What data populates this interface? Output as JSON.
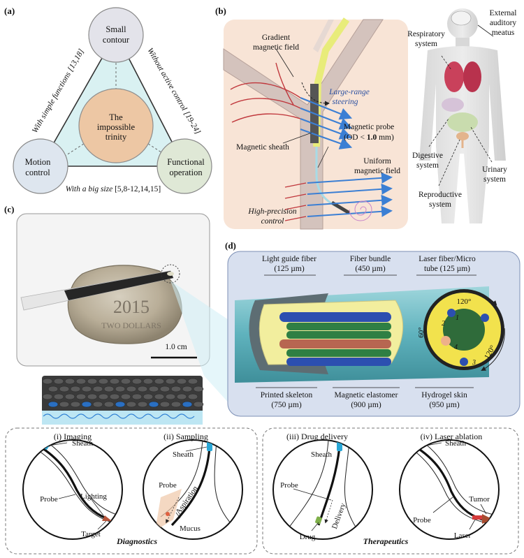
{
  "panel_labels": {
    "a": "(a)",
    "b": "(b)",
    "c": "(c)",
    "d": "(d)"
  },
  "panel_a": {
    "top_circle": [
      "Small",
      "contour"
    ],
    "center_circle": [
      "The",
      "impossible",
      "trinity"
    ],
    "left_circle": [
      "Motion",
      "control"
    ],
    "right_circle": [
      "Functional",
      "operation"
    ],
    "left_edge": "With simple functions [13,18]",
    "right_edge": "Without active control [19-24]",
    "bottom_edge_italic": "With a big size",
    "bottom_edge_refs": " [5,8-12,14,15]"
  },
  "panel_b": {
    "gradient_field": [
      "Gradient",
      "magnetic field"
    ],
    "steering": [
      "Large-range",
      "steering"
    ],
    "probe": [
      "Magnetic probe"
    ],
    "probe_od_prefix": "(OD < ",
    "probe_od_value": "1.0",
    "probe_od_suffix": " mm)",
    "sheath": "Magnetic sheath",
    "uniform_field": [
      "Uniform",
      "magnetic field"
    ],
    "high_precision": [
      "High-precision",
      "control"
    ],
    "body_labels": {
      "respiratory": [
        "Respiratory",
        "system"
      ],
      "auditory": [
        "External",
        "auditory",
        "meatus"
      ],
      "digestive": [
        "Digestive",
        "system"
      ],
      "reproductive": [
        "Reproductive",
        "system"
      ],
      "urinary": [
        "Urinary",
        "system"
      ]
    }
  },
  "panel_c": {
    "scale_bar": "1.0 cm",
    "coin_text": [
      "2015",
      "TWO DOLLARS"
    ]
  },
  "panel_d": {
    "light_guide": [
      "Light guide fiber",
      "(125 µm)"
    ],
    "fiber_bundle": [
      "Fiber bundle",
      "(450 µm)"
    ],
    "laser_fiber": [
      "Laser fiber/Micro",
      "tube (125 µm)"
    ],
    "skeleton": [
      "Printed skeleton",
      "(750 µm)"
    ],
    "elastomer": [
      "Magnetic elastomer",
      "(900 µm)"
    ],
    "hydrogel": [
      "Hydrogel skin",
      "(950 µm)"
    ],
    "angle_60": "60°",
    "angle_120a": "120°",
    "angle_120b": "120°",
    "channel_numbers": [
      "1",
      "2",
      "3",
      "4"
    ]
  },
  "bottom": {
    "imaging": {
      "title": "(i) Imaging",
      "sheath": "Sheath",
      "lighting": "Lighting",
      "probe": "Probe",
      "target": "Target"
    },
    "sampling": {
      "title": "(ii) Sampling",
      "sheath": "Sheath",
      "probe": "Probe",
      "aspiration": "Aspiration",
      "mucus": "Mucus"
    },
    "drug": {
      "title": "(iii) Drug delivery",
      "sheath": "Sheath",
      "probe": "Probe",
      "drug": "Drug",
      "delivery": "Delivery"
    },
    "laser": {
      "title": "(iv) Laser ablation",
      "sheath": "Sheath",
      "tumor": "Tumor",
      "probe": "Probe",
      "laser": "Laser"
    },
    "diagnostics": "Diagnostics",
    "therapeutics": "Therapeutics"
  }
}
